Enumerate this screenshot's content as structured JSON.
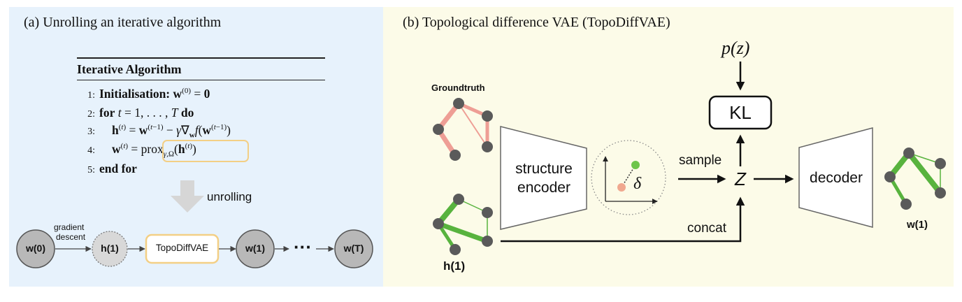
{
  "panel_a": {
    "title": "(a) Unrolling an iterative algorithm",
    "algorithm": {
      "header": "Iterative Algorithm",
      "lines": [
        {
          "num": "1:",
          "text": "Initialisation: w(0) = 0"
        },
        {
          "num": "2:",
          "text": "for t = 1, . . . , T do"
        },
        {
          "num": "3:",
          "text": "h(t) = w(t−1) − γ∇w f(w(t−1))"
        },
        {
          "num": "4:",
          "text": "w(t) = proxγ,Ω(h(t))"
        },
        {
          "num": "5:",
          "text": "end for"
        }
      ]
    },
    "unrolling_label": "unrolling",
    "gd_label_1": "gradient",
    "gd_label_2": "descent",
    "nodes": {
      "w0": "w(0)",
      "h1": "h(1)",
      "module": "TopoDiffVAE",
      "w1": "w(1)",
      "ellipsis": "···",
      "wT": "w(T)"
    }
  },
  "panel_b": {
    "title": "(b) Topological difference VAE (TopoDiffVAE)",
    "groundtruth_label": "Groundtruth",
    "prior_label": "p(z)",
    "kl_label": "KL",
    "encoder_label_1": "structure",
    "encoder_label_2": "encoder",
    "delta_label": "δ",
    "sample_label": "sample",
    "z_label": "Z",
    "concat_label": "concat",
    "decoder_label": "decoder",
    "h_label": "h(1)",
    "w_label": "w(1)"
  },
  "colors": {
    "panel_a_bg": "#e7f2fc",
    "panel_b_bg": "#fcfbe8",
    "highlight_box": "#f3cf85",
    "groundtruth_edge": "#ee9e95",
    "graph_green": "#58b33e",
    "node_gray": "#5a5a5a"
  }
}
